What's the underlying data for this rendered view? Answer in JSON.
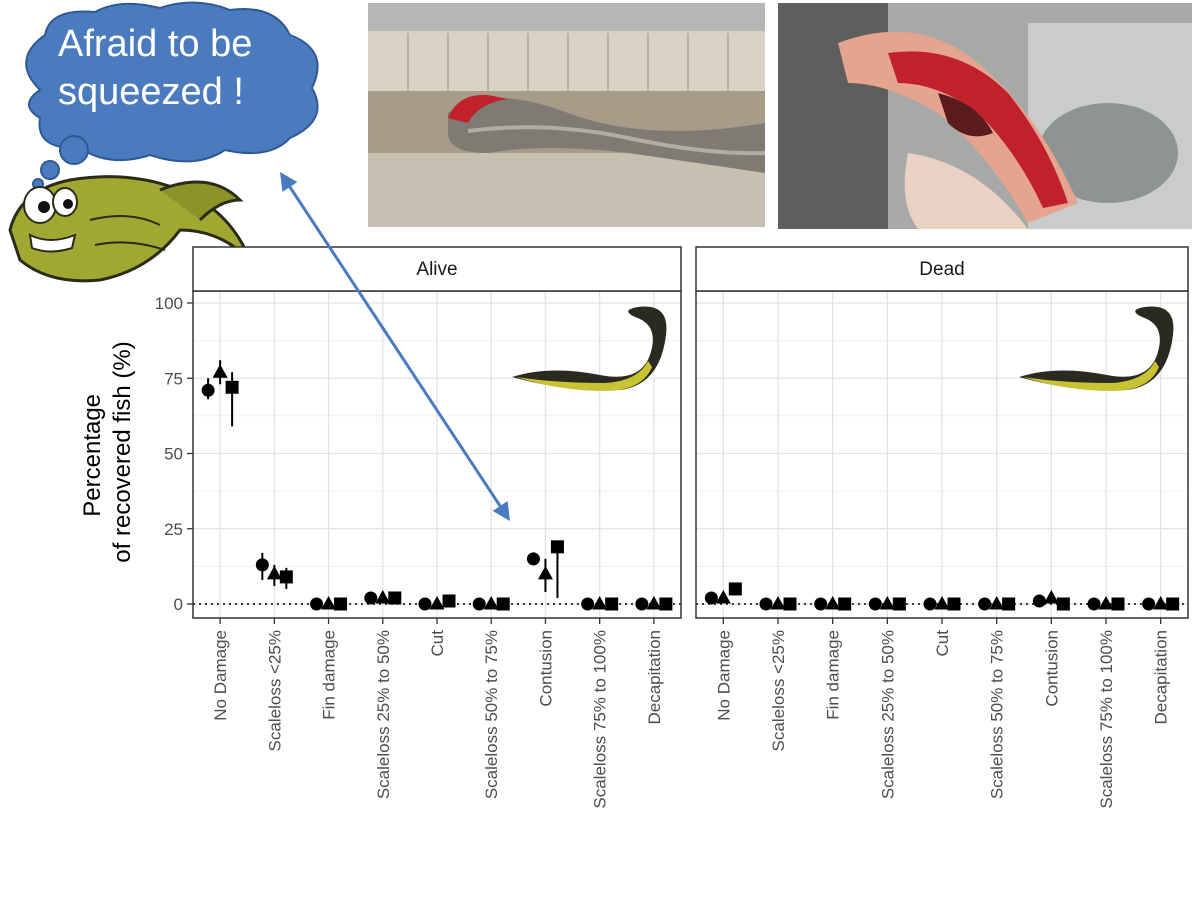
{
  "bubble": {
    "text": "Afraid to be squeezed !"
  },
  "colors": {
    "bubble_fill": "#4a7bbf",
    "arrow": "#4a7bbf",
    "eel_green": "#a0a832",
    "blood": "#c0212b"
  },
  "icons": [
    "cartoon-eel-icon",
    "eel-silhouette-icon"
  ],
  "chart_data": {
    "type": "scatter",
    "facets": [
      "Alive",
      "Dead"
    ],
    "categories": [
      "No Damage",
      "Scaleloss <25%",
      "Fin damage",
      "Scaleloss 25% to 50%",
      "Cut",
      "Scaleloss 50% to 75%",
      "Contusion",
      "Scaleloss 75% to 100%",
      "Decapitation"
    ],
    "ylabel": "Percentage\nof recovered fish (%)",
    "xlabel": "",
    "ylim": [
      0,
      100
    ],
    "yticks": [
      0,
      25,
      50,
      75,
      100
    ],
    "grid": true,
    "reference_line": 0,
    "markers": [
      "circle",
      "triangle",
      "square"
    ],
    "series": [
      {
        "marker": "circle",
        "alive": [
          71,
          13,
          0,
          2,
          0,
          0,
          15,
          0,
          0
        ],
        "alive_err": [
          [
            68,
            75
          ],
          [
            8,
            17
          ],
          null,
          null,
          null,
          null,
          null,
          null,
          null
        ],
        "dead": [
          2,
          0,
          0,
          0,
          0,
          0,
          1,
          0,
          0
        ]
      },
      {
        "marker": "triangle",
        "alive": [
          77,
          10,
          0,
          2,
          0,
          0,
          10,
          0,
          0
        ],
        "alive_err": [
          [
            73,
            81
          ],
          [
            6,
            13
          ],
          null,
          null,
          null,
          null,
          [
            4,
            15
          ],
          null,
          null
        ],
        "dead": [
          2,
          0,
          0,
          0,
          0,
          0,
          2,
          0,
          0
        ]
      },
      {
        "marker": "square",
        "alive": [
          72,
          9,
          0,
          2,
          1,
          0,
          19,
          0,
          0
        ],
        "alive_err": [
          [
            59,
            77
          ],
          [
            5,
            12
          ],
          null,
          null,
          null,
          null,
          [
            2,
            19
          ],
          null,
          null
        ],
        "dead": [
          5,
          0,
          0,
          0,
          0,
          0,
          0,
          0,
          0
        ]
      }
    ]
  }
}
